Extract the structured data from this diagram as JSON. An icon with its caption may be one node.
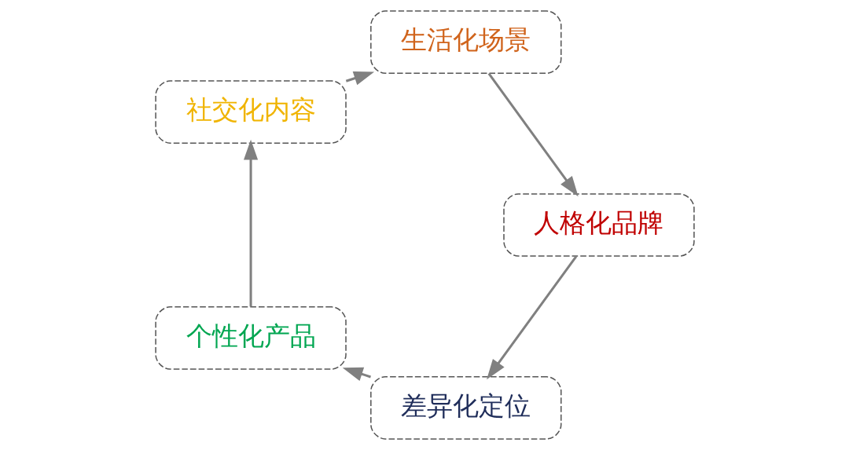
{
  "diagram": {
    "nodes": [
      {
        "text": [
          "差异化定位"
        ]
      },
      {
        "text": [
          "个性化产品"
        ]
      },
      {
        "text": [
          "社交化内容"
        ]
      },
      {
        "text": [
          "生活化场景"
        ]
      },
      {
        "text": [
          "人格化品牌"
        ]
      }
    ],
    "edges": [
      {
        "from": 0,
        "to": 1,
        "arrow": "to"
      },
      {
        "from": 1,
        "to": 2,
        "arrow": "to"
      },
      {
        "from": 2,
        "to": 3,
        "arrow": "to"
      },
      {
        "from": 3,
        "to": 4,
        "arrow": "to"
      },
      {
        "from": 4,
        "to": 0,
        "arrow": "to"
      }
    ]
  }
}
